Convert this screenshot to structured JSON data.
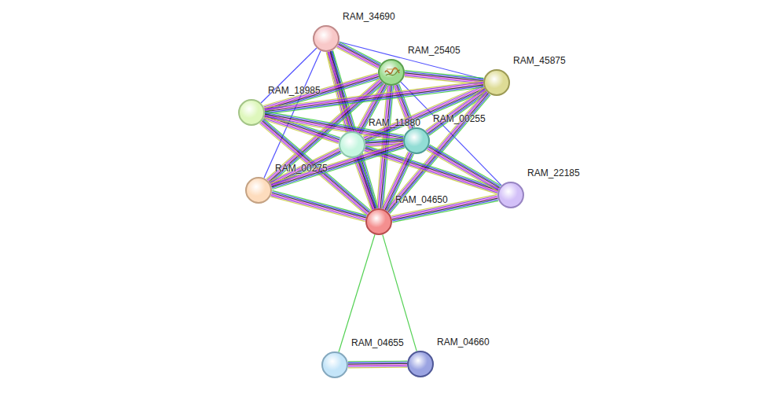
{
  "diagram": {
    "nodes": [
      {
        "text": [
          "RAM_34690"
        ]
      },
      {
        "text": [
          "RAM_25405"
        ]
      },
      {
        "text": [
          "RAM_45875"
        ]
      },
      {
        "text": [
          "RAM_18985"
        ]
      },
      {
        "text": [
          "RAM_11880"
        ]
      },
      {
        "text": [
          "RAM_00255"
        ]
      },
      {
        "text": [
          "RAM_00275"
        ]
      },
      {
        "text": [
          "RAM_22185"
        ]
      },
      {
        "text": [
          "RAM_04650"
        ]
      },
      {
        "text": [
          "RAM_04655"
        ]
      },
      {
        "text": [
          "RAM_04660"
        ]
      }
    ],
    "edges": [
      {
        "from": 8,
        "to": 9,
        "arrow": "none"
      },
      {
        "from": 8,
        "to": 10,
        "arrow": "none"
      },
      {
        "from": 9,
        "to": 10,
        "arrow": "none"
      },
      {
        "from": 0,
        "to": 3,
        "arrow": "none"
      },
      {
        "from": 0,
        "to": 6,
        "arrow": "none"
      },
      {
        "from": 0,
        "to": 4,
        "arrow": "none"
      },
      {
        "from": 0,
        "to": 8,
        "arrow": "none"
      },
      {
        "from": 0,
        "to": 2,
        "arrow": "none"
      },
      {
        "from": 0,
        "to": 1,
        "arrow": "none"
      },
      {
        "from": 1,
        "to": 3,
        "arrow": "none"
      },
      {
        "from": 1,
        "to": 4,
        "arrow": "none"
      },
      {
        "from": 1,
        "to": 5,
        "arrow": "none"
      },
      {
        "from": 1,
        "to": 8,
        "arrow": "none"
      },
      {
        "from": 1,
        "to": 2,
        "arrow": "none"
      },
      {
        "from": 1,
        "to": 6,
        "arrow": "none"
      },
      {
        "from": 1,
        "to": 7,
        "arrow": "none"
      },
      {
        "from": 2,
        "to": 4,
        "arrow": "none"
      },
      {
        "from": 2,
        "to": 5,
        "arrow": "none"
      },
      {
        "from": 2,
        "to": 8,
        "arrow": "none"
      },
      {
        "from": 2,
        "to": 3,
        "arrow": "none"
      },
      {
        "from": 3,
        "to": 4,
        "arrow": "none"
      },
      {
        "from": 3,
        "to": 5,
        "arrow": "none"
      },
      {
        "from": 3,
        "to": 8,
        "arrow": "none"
      },
      {
        "from": 4,
        "to": 5,
        "arrow": "none"
      },
      {
        "from": 4,
        "to": 8,
        "arrow": "none"
      },
      {
        "from": 4,
        "to": 6,
        "arrow": "none"
      },
      {
        "from": 4,
        "to": 7,
        "arrow": "none"
      },
      {
        "from": 5,
        "to": 8,
        "arrow": "none"
      },
      {
        "from": 5,
        "to": 7,
        "arrow": "none"
      },
      {
        "from": 5,
        "to": 6,
        "arrow": "none"
      },
      {
        "from": 6,
        "to": 8,
        "arrow": "none"
      },
      {
        "from": 7,
        "to": 8,
        "arrow": "none"
      }
    ]
  }
}
